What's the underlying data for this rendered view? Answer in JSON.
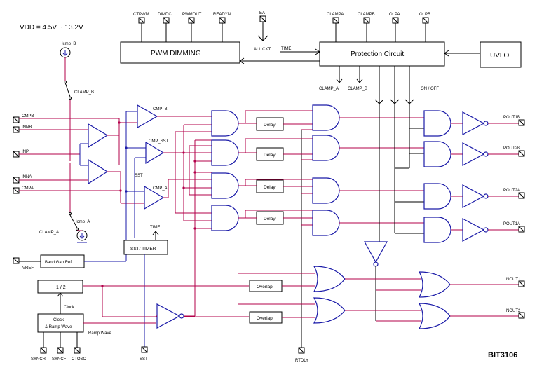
{
  "diagram": {
    "vdd_label": "VDD = 4.5V ~ 13.2V",
    "chip_label": "BIT3106",
    "blocks": {
      "pwm_dimming": "PWM DIMMING",
      "protection": "Protection Circuit",
      "uvlo": "UVLO",
      "bandgap": "Band Gap Ref.",
      "sst_timer": "SST/ TIMER",
      "divider": "1 / 2",
      "clock_ramp_line1": "Clock",
      "clock_ramp_line2": "& Ramp Wave",
      "delay": "Delay",
      "overlap": "Overlap"
    },
    "top_pins": [
      "CTPWM",
      "DIMDC",
      "PWMOUT",
      "READYN",
      "EA",
      "CLAMPA",
      "CLAMPB",
      "OLPA",
      "OLPB"
    ],
    "left_pins": [
      "CMPB",
      "INNB",
      "INP",
      "INNA",
      "CMPA",
      "VREF"
    ],
    "bottom_pins": [
      "SYNCR",
      "SYNCF",
      "CTOSC",
      "SST",
      "RTDLY"
    ],
    "right_pins": [
      "POUT1B",
      "POUT2B",
      "POUT2A",
      "POUT1A",
      "NOUT1",
      "NOUT2"
    ],
    "labels": {
      "all_ckt": "ALL CKT",
      "time": "TIME",
      "time_sst": "TIME",
      "clamp_a_out": "CLAMP_A",
      "clamp_b_out": "CLAMP_B",
      "on_off": "ON / OFF",
      "icmp_b": "Icmp_B",
      "clamp_b_sw": "CLAMP_B",
      "icmp_a": "Icmp_A",
      "clamp_a_sw": "CLAMP_A",
      "cmp_b": "CMP_B",
      "cmp_sst": "CMP_SST",
      "cmp_a": "CMP_A",
      "sst_internal": "SST",
      "clock": "Clock",
      "ramp_wave": "Ramp Wave"
    }
  }
}
